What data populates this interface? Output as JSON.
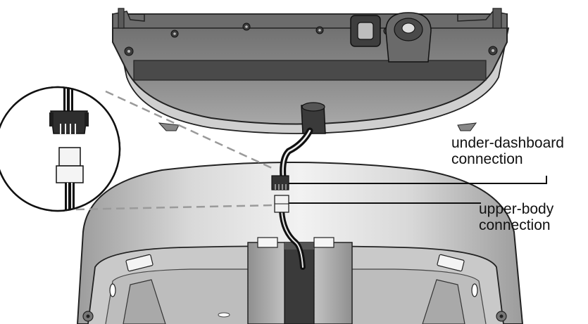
{
  "callouts": {
    "under_dashboard": {
      "line1": "under-dashboard",
      "line2": "connection"
    },
    "upper_body": {
      "line1": "upper-body",
      "line2": "connection"
    }
  },
  "colors": {
    "ink": "#111111",
    "dashboard_dark": "#5a5a5a",
    "dashboard_mid": "#8a8a8a",
    "body_light": "#d8d8d8",
    "body_mid": "#b5b5b5",
    "leader_dashed": "#9a9a9a"
  },
  "icons": {
    "magnifier": "zoom-circle",
    "connector": "wire-connector"
  }
}
